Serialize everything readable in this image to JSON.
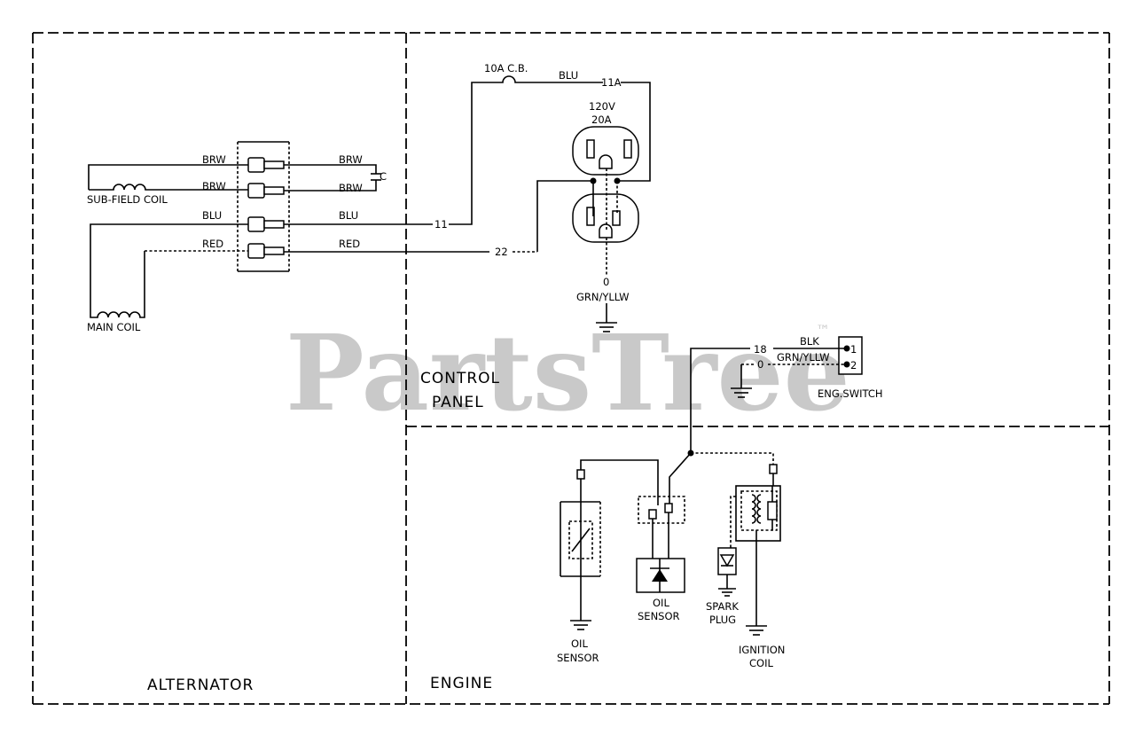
{
  "watermark": {
    "text": "PartsTree",
    "tm": "™"
  },
  "sections": {
    "alternator": "ALTERNATOR",
    "engine": "ENGINE",
    "control_panel_line1": "CONTROL",
    "control_panel_line2": "PANEL"
  },
  "alternator": {
    "wire_brw_1": "BRW",
    "wire_brw_2": "BRW",
    "wire_blu": "BLU",
    "wire_red": "RED",
    "sub_field_coil": "SUB-FIELD COIL",
    "main_coil": "MAIN COIL"
  },
  "control_panel": {
    "wire_brw_1": "BRW",
    "wire_brw_2": "BRW",
    "wire_blu": "BLU",
    "wire_red": "RED",
    "capacitor": "C",
    "breaker": "10A  C.B.",
    "breaker_wire": "BLU",
    "wire_11a": "11A",
    "wire_11": "11",
    "wire_22": "22",
    "receptacle_voltage": "120V",
    "receptacle_amps": "20A",
    "ground_num": "0",
    "ground_color": "GRN/YLLW",
    "switch_wire_18": "18",
    "switch_wire_0": "0",
    "switch_blk": "BLK",
    "switch_grn": "GRN/YLLW",
    "switch_pin_1": "1",
    "switch_pin_2": "2",
    "switch_label": "ENG.SWITCH"
  },
  "engine": {
    "oil_sensor_left_1": "OIL",
    "oil_sensor_left_2": "SENSOR",
    "oil_sensor_mid_1": "OIL",
    "oil_sensor_mid_2": "SENSOR",
    "spark_plug_1": "SPARK",
    "spark_plug_2": "PLUG",
    "ignition_coil_1": "IGNITION",
    "ignition_coil_2": "COIL"
  }
}
